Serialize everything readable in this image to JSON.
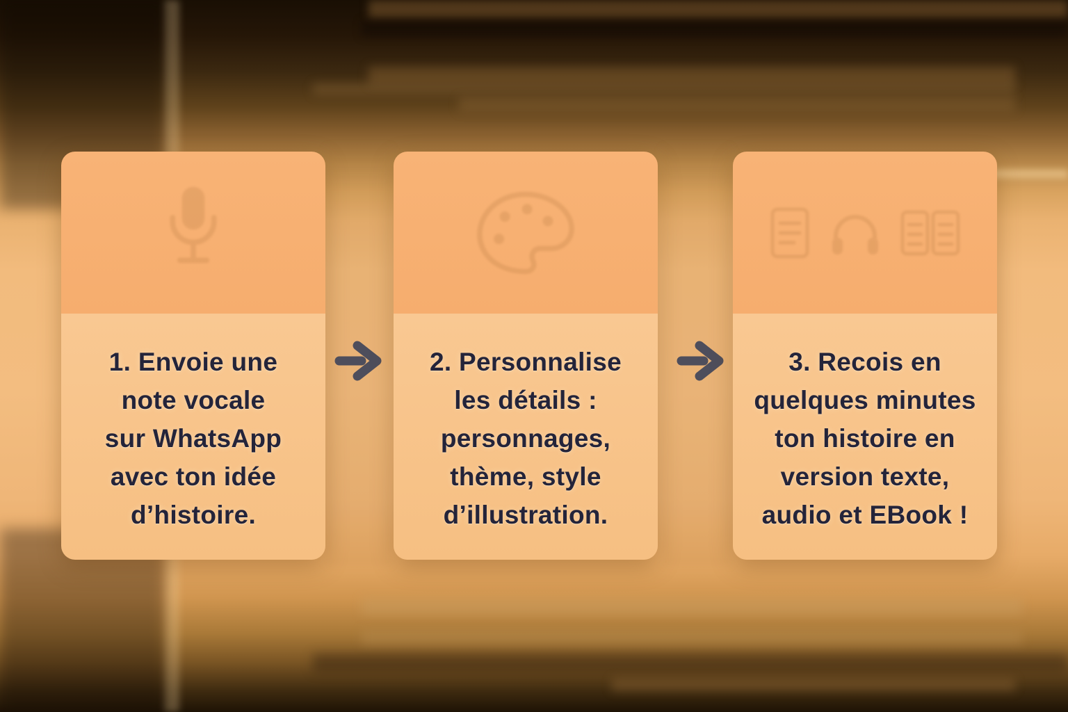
{
  "steps": [
    {
      "number": "1",
      "icon": "microphone-icon",
      "lines": [
        "1. Envoie une",
        "note vocale",
        "sur WhatsApp",
        "avec ton idée",
        "d’histoire."
      ]
    },
    {
      "number": "2",
      "icon": "palette-icon",
      "lines": [
        "2. Personnalise",
        "les détails :",
        "personnages,",
        "thème, style",
        "d’illustration."
      ]
    },
    {
      "number": "3",
      "icon": "text-audio-ebook-icons",
      "lines": [
        "3. Recois en",
        "quelques minutes",
        "ton histoire en",
        "version texte,",
        "audio et EBook !"
      ]
    }
  ],
  "connectors": [
    {
      "icon": "arrow-right-icon"
    },
    {
      "icon": "arrow-right-icon"
    }
  ],
  "colors": {
    "card_header": "#f7b073",
    "card_body": "#f8c58d",
    "text": "#24243a",
    "arrow": "#4e4e5c",
    "background_gold": "#f2bb7d",
    "background_dark": "#1a1005"
  }
}
